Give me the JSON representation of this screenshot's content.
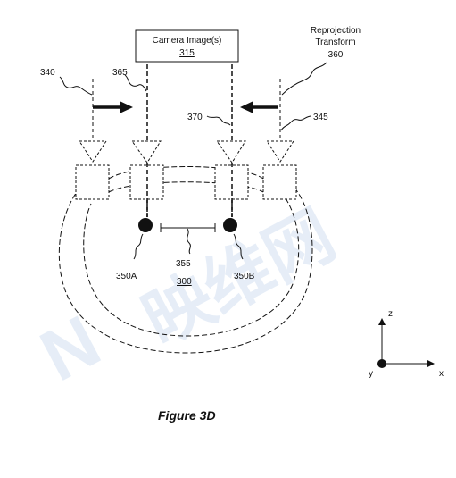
{
  "diagram": {
    "camera_box": {
      "title": "Camera Image(s)",
      "ref": "315"
    },
    "reprojection": {
      "line1": "Reprojection",
      "line2": "Transform",
      "ref": "360"
    },
    "refs": {
      "left_outer": "340",
      "left_inner": "365",
      "right_inner": "370",
      "right_outer": "345",
      "eye_left": "350A",
      "eye_right": "350B",
      "ipd": "355",
      "device": "300"
    },
    "axes": {
      "z": "z",
      "y": "y",
      "x": "x"
    },
    "caption": "Figure 3D"
  },
  "watermark": {
    "text": "映维网"
  },
  "colors": {
    "ink": "#111111",
    "watermark": "#c9d9ee"
  }
}
